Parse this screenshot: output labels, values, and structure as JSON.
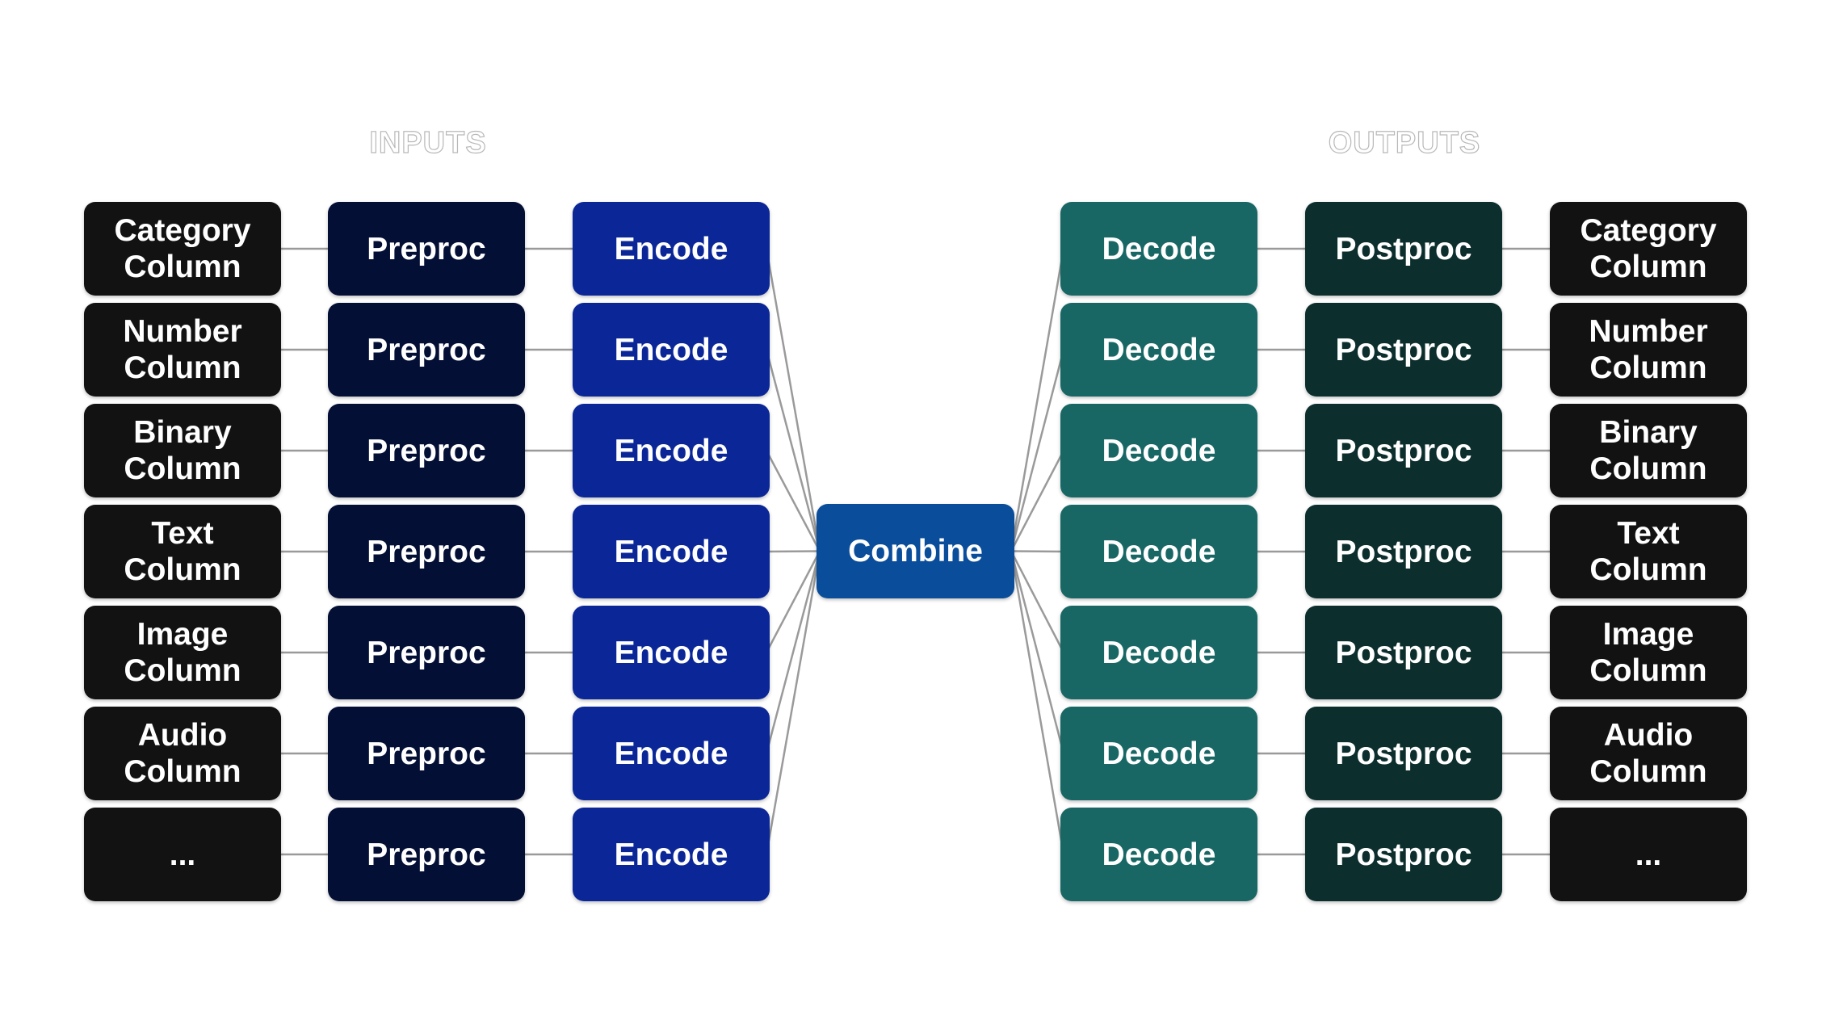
{
  "inputs_title": "INPUTS",
  "outputs_title": "OUTPUTS",
  "rows": [
    {
      "input": "Category\nColumn",
      "preproc": "Preproc",
      "encode": "Encode",
      "decode": "Decode",
      "postproc": "Postproc",
      "output": "Category\nColumn"
    },
    {
      "input": "Number\nColumn",
      "preproc": "Preproc",
      "encode": "Encode",
      "decode": "Decode",
      "postproc": "Postproc",
      "output": "Number\nColumn"
    },
    {
      "input": "Binary\nColumn",
      "preproc": "Preproc",
      "encode": "Encode",
      "decode": "Decode",
      "postproc": "Postproc",
      "output": "Binary\nColumn"
    },
    {
      "input": "Text\nColumn",
      "preproc": "Preproc",
      "encode": "Encode",
      "decode": "Decode",
      "postproc": "Postproc",
      "output": "Text\nColumn"
    },
    {
      "input": "Image\nColumn",
      "preproc": "Preproc",
      "encode": "Encode",
      "decode": "Decode",
      "postproc": "Postproc",
      "output": "Image\nColumn"
    },
    {
      "input": "Audio\nColumn",
      "preproc": "Preproc",
      "encode": "Encode",
      "decode": "Decode",
      "postproc": "Postproc",
      "output": "Audio\nColumn"
    },
    {
      "input": "...",
      "preproc": "Preproc",
      "encode": "Encode",
      "decode": "Decode",
      "postproc": "Postproc",
      "output": "..."
    }
  ],
  "combine": "Combine",
  "colors": {
    "column": "#121212",
    "preproc": "#040f36",
    "encode": "#0b2797",
    "combine": "#0a4d9b",
    "decode": "#186765",
    "postproc": "#0c2e2d",
    "connector": "#9a9a9a"
  }
}
